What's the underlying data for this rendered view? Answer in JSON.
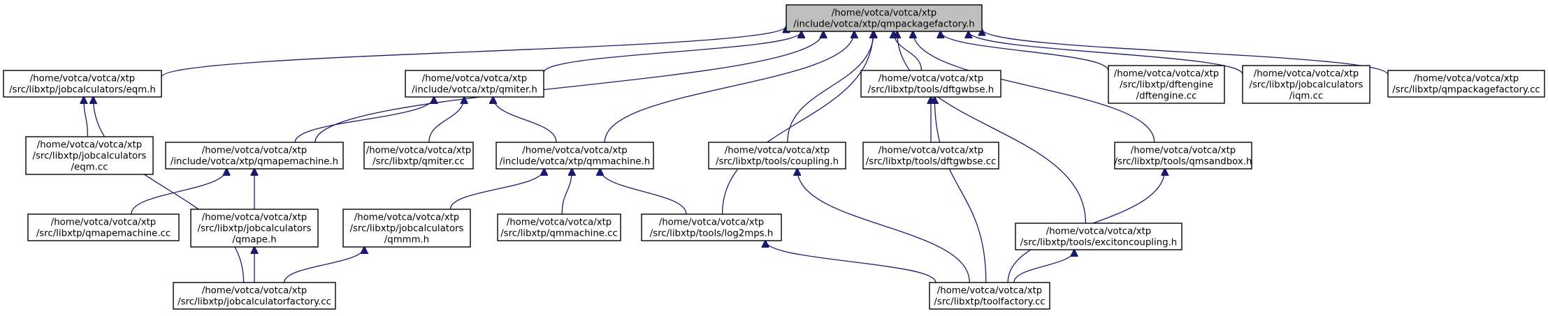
{
  "graph": {
    "edge_color": "#191970",
    "root_fill": "#bfbfbf",
    "nodes": [
      {
        "id": "qmpackagefactory_h",
        "label": [
          "/home/votca/votca/xtp",
          "/include/votca/xtp/qmpackagefactory.h"
        ],
        "root": true
      },
      {
        "id": "eqm_h",
        "label": [
          "/home/votca/votca/xtp",
          "/src/libxtp/jobcalculators/eqm.h"
        ]
      },
      {
        "id": "qmiter_h",
        "label": [
          "/home/votca/votca/xtp",
          "/include/votca/xtp/qmiter.h"
        ]
      },
      {
        "id": "dftgwbse_h",
        "label": [
          "/home/votca/votca/xtp",
          "/src/libxtp/tools/dftgwbse.h"
        ]
      },
      {
        "id": "dftengine_cc",
        "label": [
          "/home/votca/votca/xtp",
          "/src/libxtp/dftengine",
          "/dftengine.cc"
        ]
      },
      {
        "id": "iqm_cc",
        "label": [
          "/home/votca/votca/xtp",
          "/src/libxtp/jobcalculators",
          "/iqm.cc"
        ]
      },
      {
        "id": "qmpackagefactory_cc",
        "label": [
          "/home/votca/votca/xtp",
          "/src/libxtp/qmpackagefactory.cc"
        ]
      },
      {
        "id": "eqm_cc",
        "label": [
          "/home/votca/votca/xtp",
          "/src/libxtp/jobcalculators",
          "/eqm.cc"
        ]
      },
      {
        "id": "qmapemachine_h",
        "label": [
          "/home/votca/votca/xtp",
          "/include/votca/xtp/qmapemachine.h"
        ]
      },
      {
        "id": "qmiter_cc",
        "label": [
          "/home/votca/votca/xtp",
          "/src/libxtp/qmiter.cc"
        ]
      },
      {
        "id": "qmmachine_h",
        "label": [
          "/home/votca/votca/xtp",
          "/include/votca/xtp/qmmachine.h"
        ]
      },
      {
        "id": "coupling_h",
        "label": [
          "/home/votca/votca/xtp",
          "/src/libxtp/tools/coupling.h"
        ]
      },
      {
        "id": "dftgwbse_cc",
        "label": [
          "/home/votca/votca/xtp",
          "/src/libxtp/tools/dftgwbse.cc"
        ]
      },
      {
        "id": "qmsandbox_h",
        "label": [
          "/home/votca/votca/xtp",
          "/src/libxtp/tools/qmsandbox.h"
        ]
      },
      {
        "id": "qmapemachine_cc",
        "label": [
          "/home/votca/votca/xtp",
          "/src/libxtp/qmapemachine.cc"
        ]
      },
      {
        "id": "qmape_h",
        "label": [
          "/home/votca/votca/xtp",
          "/src/libxtp/jobcalculators",
          "/qmape.h"
        ]
      },
      {
        "id": "qmmm_h",
        "label": [
          "/home/votca/votca/xtp",
          "/src/libxtp/jobcalculators",
          "/qmmm.h"
        ]
      },
      {
        "id": "qmmachine_cc",
        "label": [
          "/home/votca/votca/xtp",
          "/src/libxtp/qmmachine.cc"
        ]
      },
      {
        "id": "log2mps_h",
        "label": [
          "/home/votca/votca/xtp",
          "/src/libxtp/tools/log2mps.h"
        ]
      },
      {
        "id": "excitoncoupling_h",
        "label": [
          "/home/votca/votca/xtp",
          "/src/libxtp/tools/excitoncoupling.h"
        ]
      },
      {
        "id": "jobcalculatorfactory_cc",
        "label": [
          "/home/votca/votca/xtp",
          "/src/libxtp/jobcalculatorfactory.cc"
        ]
      },
      {
        "id": "toolfactory_cc",
        "label": [
          "/home/votca/votca/xtp",
          "/src/libxtp/toolfactory.cc"
        ]
      }
    ],
    "edges": [
      [
        "eqm_h",
        "qmpackagefactory_h"
      ],
      [
        "qmiter_h",
        "qmpackagefactory_h"
      ],
      [
        "dftgwbse_h",
        "qmpackagefactory_h"
      ],
      [
        "dftengine_cc",
        "qmpackagefactory_h"
      ],
      [
        "iqm_cc",
        "qmpackagefactory_h"
      ],
      [
        "qmpackagefactory_cc",
        "qmpackagefactory_h"
      ],
      [
        "qmapemachine_h",
        "qmpackagefactory_h"
      ],
      [
        "qmmachine_h",
        "qmpackagefactory_h"
      ],
      [
        "coupling_h",
        "qmpackagefactory_h"
      ],
      [
        "qmsandbox_h",
        "qmpackagefactory_h"
      ],
      [
        "log2mps_h",
        "qmpackagefactory_h"
      ],
      [
        "excitoncoupling_h",
        "qmpackagefactory_h"
      ],
      [
        "eqm_cc",
        "eqm_h"
      ],
      [
        "jobcalculatorfactory_cc",
        "eqm_h"
      ],
      [
        "qmapemachine_h",
        "qmiter_h"
      ],
      [
        "qmiter_cc",
        "qmiter_h"
      ],
      [
        "qmmachine_h",
        "qmiter_h"
      ],
      [
        "dftgwbse_cc",
        "dftgwbse_h"
      ],
      [
        "toolfactory_cc",
        "dftgwbse_h"
      ],
      [
        "qmapemachine_cc",
        "qmapemachine_h"
      ],
      [
        "qmape_h",
        "qmapemachine_h"
      ],
      [
        "qmmm_h",
        "qmmachine_h"
      ],
      [
        "qmmachine_cc",
        "qmmachine_h"
      ],
      [
        "log2mps_h",
        "qmmachine_h"
      ],
      [
        "toolfactory_cc",
        "coupling_h"
      ],
      [
        "toolfactory_cc",
        "qmsandbox_h"
      ],
      [
        "jobcalculatorfactory_cc",
        "qmape_h"
      ],
      [
        "jobcalculatorfactory_cc",
        "qmmm_h"
      ],
      [
        "toolfactory_cc",
        "log2mps_h"
      ],
      [
        "toolfactory_cc",
        "excitoncoupling_h"
      ]
    ]
  }
}
